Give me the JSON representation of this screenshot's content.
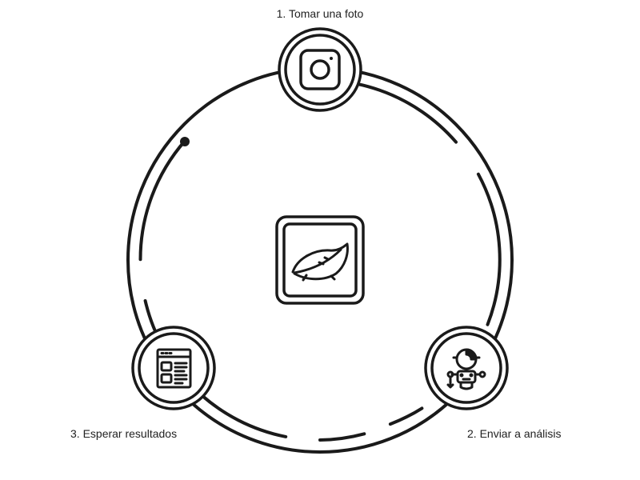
{
  "diagram": {
    "center_icon": "leaf-icon",
    "steps": [
      {
        "label": "1. Tomar una foto",
        "icon": "camera-icon"
      },
      {
        "label": "2. Enviar a análisis",
        "icon": "robot-icon"
      },
      {
        "label": "3. Esperar resultados",
        "icon": "browser-window-icon"
      }
    ],
    "colors": {
      "stroke": "#1a1a1a",
      "background": "#ffffff",
      "text": "#222222"
    }
  }
}
